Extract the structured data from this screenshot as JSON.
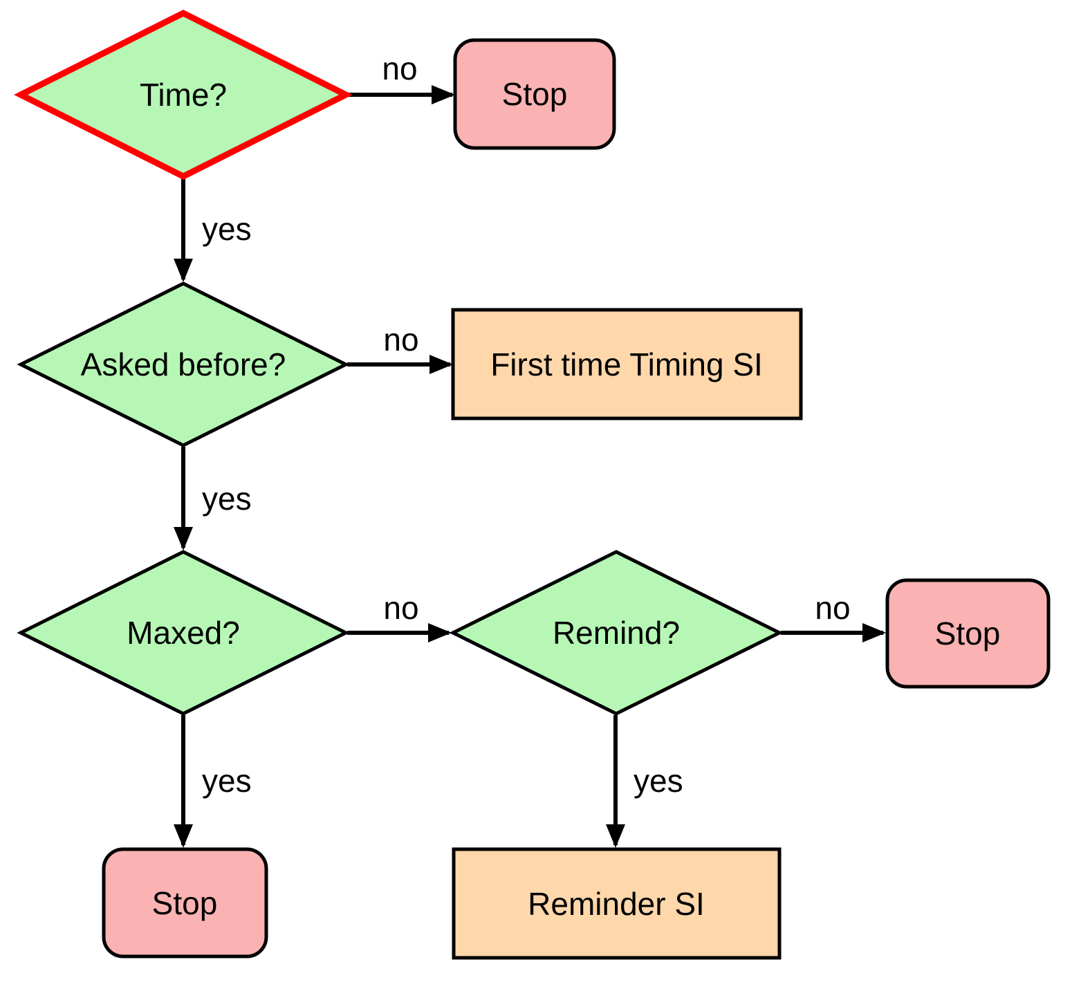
{
  "diagram": {
    "nodes": {
      "time": {
        "label": "Time?"
      },
      "stop_top": {
        "label": "Stop"
      },
      "asked": {
        "label": "Asked before?"
      },
      "first_time": {
        "label": "First time Timing SI"
      },
      "maxed": {
        "label": "Maxed?"
      },
      "remind": {
        "label": "Remind?"
      },
      "stop_right": {
        "label": "Stop"
      },
      "stop_bottom": {
        "label": "Stop"
      },
      "reminder": {
        "label": "Reminder SI"
      }
    },
    "edges": {
      "time_no": {
        "label": "no"
      },
      "time_yes": {
        "label": "yes"
      },
      "asked_no": {
        "label": "no"
      },
      "asked_yes": {
        "label": "yes"
      },
      "maxed_no": {
        "label": "no"
      },
      "maxed_yes": {
        "label": "yes"
      },
      "remind_no": {
        "label": "no"
      },
      "remind_yes": {
        "label": "yes"
      }
    },
    "colors": {
      "decision_fill": "#b6f7b6",
      "stop_fill": "#fab2b2",
      "process_fill": "#fed7ab",
      "highlight_border": "#ff0000",
      "line": "#000000",
      "text": "#000000"
    }
  }
}
